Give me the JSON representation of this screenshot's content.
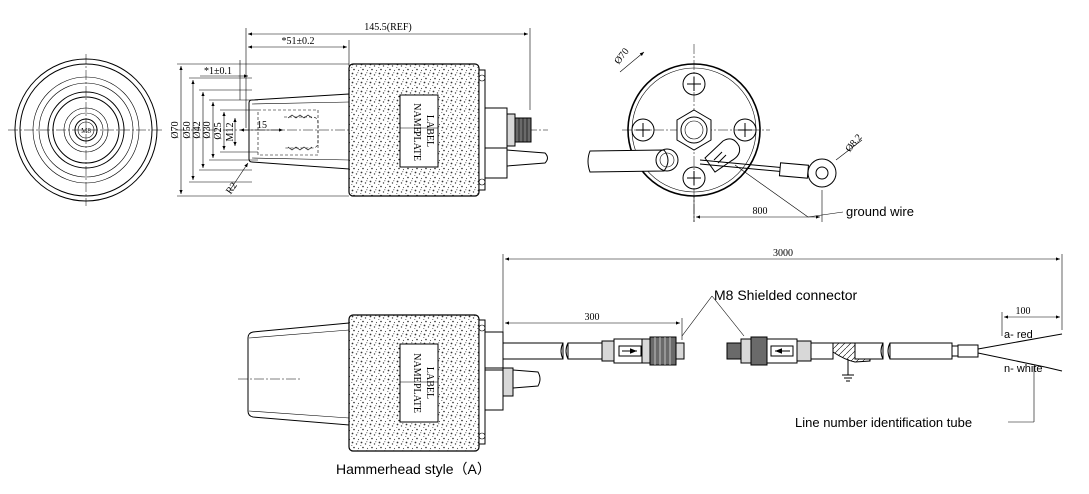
{
  "dimensions": {
    "overall_length": "145.5(REF)",
    "body_offset": "*51±0.2",
    "step": "*1±0.1",
    "dia_70": "Ø70",
    "dia_50": "Ø50",
    "dia_42": "Ø42",
    "dia_30": "Ø30",
    "dia_25": "Ø25",
    "thread": "M12",
    "thread_length": "15",
    "radius": "R2",
    "end_dia_70": "Ø70",
    "lug_dia": "Ø8.2",
    "ground_wire_length": "800",
    "cable_length": "3000",
    "connector_distance": "300",
    "strip_length": "100"
  },
  "labels": {
    "ground_wire": "ground wire",
    "connector": "M8 Shielded connector",
    "wire_a": "a- red",
    "wire_n": "n- white",
    "id_tube": "Line number identification tube",
    "style_caption": "Hammerhead style（A）",
    "nameplate_top": "LABEL",
    "nameplate_line1": "NAME",
    "nameplate_line2": "PLATE",
    "front_center": "M8"
  }
}
